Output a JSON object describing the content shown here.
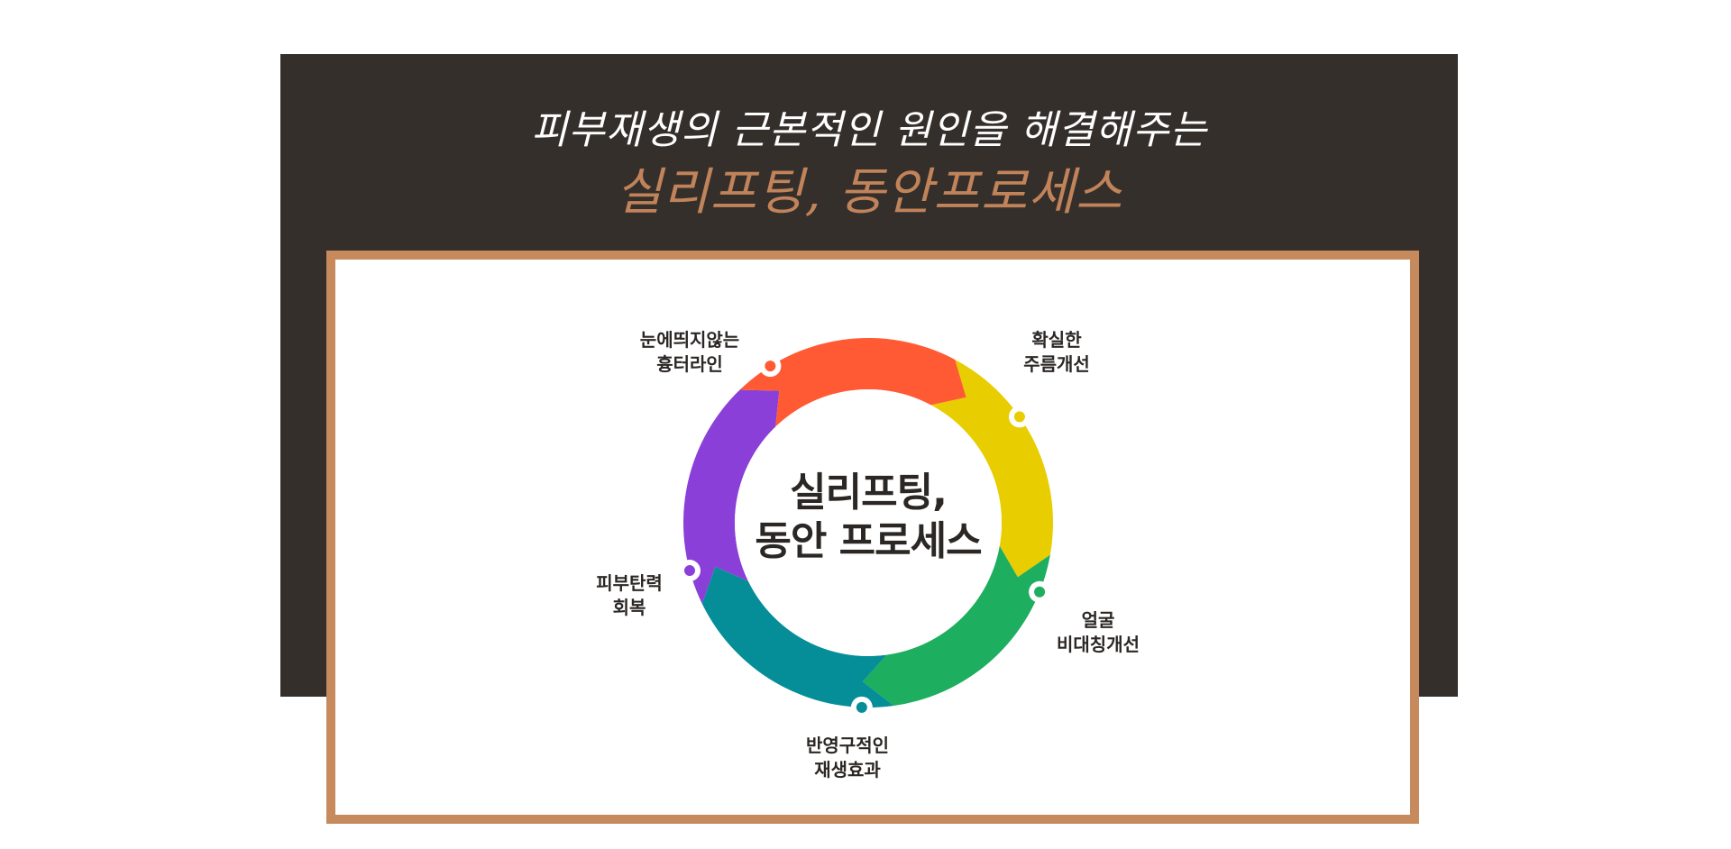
{
  "header": {
    "line1": "피부재생의 근본적인 원인을 해결해주는",
    "line2": "실리프팅, 동안프로세스"
  },
  "center": {
    "line1": "실리프팅,",
    "line2": "동안 프로세스"
  },
  "steps": [
    {
      "line1": "확실한",
      "line2": "주름개선",
      "color": "#e8cd00"
    },
    {
      "line1": "얼굴",
      "line2": "비대칭개선",
      "color": "#1eae5f"
    },
    {
      "line1": "반영구적인",
      "line2": "재생효과",
      "color": "#058e98"
    },
    {
      "line1": "피부탄력",
      "line2": "회복",
      "color": "#8a3fd8"
    },
    {
      "line1": "눈에띄지않는",
      "line2": "흉터라인",
      "color": "#ff5a33"
    }
  ],
  "colors": {
    "dark_panel": "#352f2b",
    "frame": "#c68a5c",
    "accent_text": "#c1835a"
  }
}
